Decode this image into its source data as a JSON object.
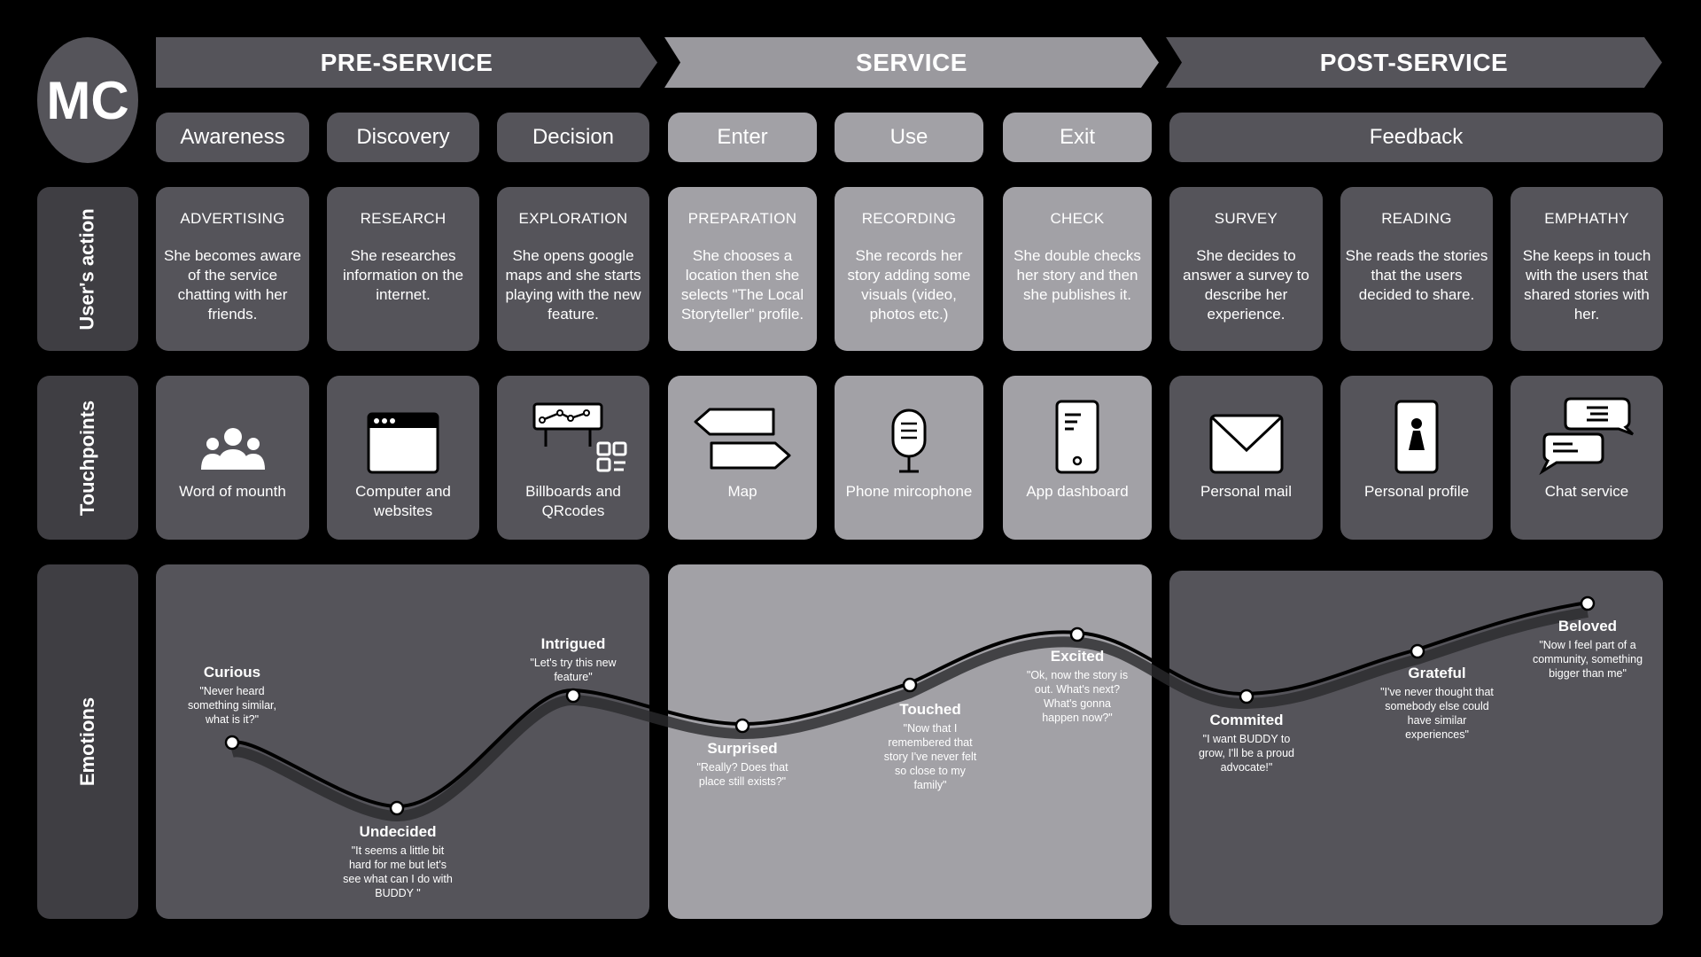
{
  "logo": "MC",
  "phases": [
    "PRE-SERVICE",
    "SERVICE",
    "POST-SERVICE"
  ],
  "stages": [
    "Awareness",
    "Discovery",
    "Decision",
    "Enter",
    "Use",
    "Exit",
    "Feedback"
  ],
  "row_labels": {
    "actions": "User's action",
    "touchpoints": "Touchpoints",
    "emotions": "Emotions"
  },
  "actions": [
    {
      "title": "ADVERTISING",
      "desc": "She becomes aware of the service chatting with her friends."
    },
    {
      "title": "RESEARCH",
      "desc": "She researches information on the internet."
    },
    {
      "title": "EXPLORATION",
      "desc": "She opens google maps and she starts playing with the new feature."
    },
    {
      "title": "PREPARATION",
      "desc": "She chooses a location then she selects \"The Local Storyteller\" profile."
    },
    {
      "title": "RECORDING",
      "desc": "She records her story adding some visuals (video, photos etc.)"
    },
    {
      "title": "CHECK",
      "desc": "She double checks her story and then she publishes it."
    },
    {
      "title": "SURVEY",
      "desc": "She decides to answer a survey to describe her experience."
    },
    {
      "title": "READING",
      "desc": "She reads the stories that the users decided to share."
    },
    {
      "title": "EMPHATHY",
      "desc": "She keeps in touch with the users that shared stories with her."
    }
  ],
  "touchpoints": [
    {
      "label": "Word of mounth",
      "icon": "people-icon"
    },
    {
      "label": "Computer and websites",
      "icon": "browser-window-icon"
    },
    {
      "label": "Billboards and QRcodes",
      "icon": "billboard-qrcode-icon"
    },
    {
      "label": "Map",
      "icon": "signpost-icon"
    },
    {
      "label": "Phone mircophone",
      "icon": "microphone-icon"
    },
    {
      "label": "App dashboard",
      "icon": "phone-app-icon"
    },
    {
      "label": "Personal mail",
      "icon": "envelope-icon"
    },
    {
      "label": "Personal profile",
      "icon": "profile-phone-icon"
    },
    {
      "label": "Chat service",
      "icon": "chat-bubbles-icon"
    }
  ],
  "emotions": [
    {
      "name": "Curious",
      "quote": "\"Never heard something similar, what is it?\""
    },
    {
      "name": "Undecided",
      "quote": "\"It seems a little bit hard for me but let's see what can I do with BUDDY \""
    },
    {
      "name": "Intrigued",
      "quote": "\"Let's try this new feature\""
    },
    {
      "name": "Surprised",
      "quote": "\"Really? Does that place still exists?\""
    },
    {
      "name": "Touched",
      "quote": "\"Now that I remembered that story I've never felt so close to my family\""
    },
    {
      "name": "Excited",
      "quote": "\"Ok, now the story is out. What's next? What's gonna happen now?\""
    },
    {
      "name": "Commited",
      "quote": "\"I want BUDDY to grow, I'll be a proud advocate!\""
    },
    {
      "name": "Grateful",
      "quote": "\"I've never thought that somebody else could have similar experiences\""
    },
    {
      "name": "Beloved",
      "quote": "\"Now I feel part of a community, something bigger than me\""
    }
  ],
  "colors": {
    "pre": "#55545a",
    "service": "#a2a1a6",
    "post": "#55545a",
    "service_header": "#9a999e",
    "label": "#3f3e43"
  }
}
